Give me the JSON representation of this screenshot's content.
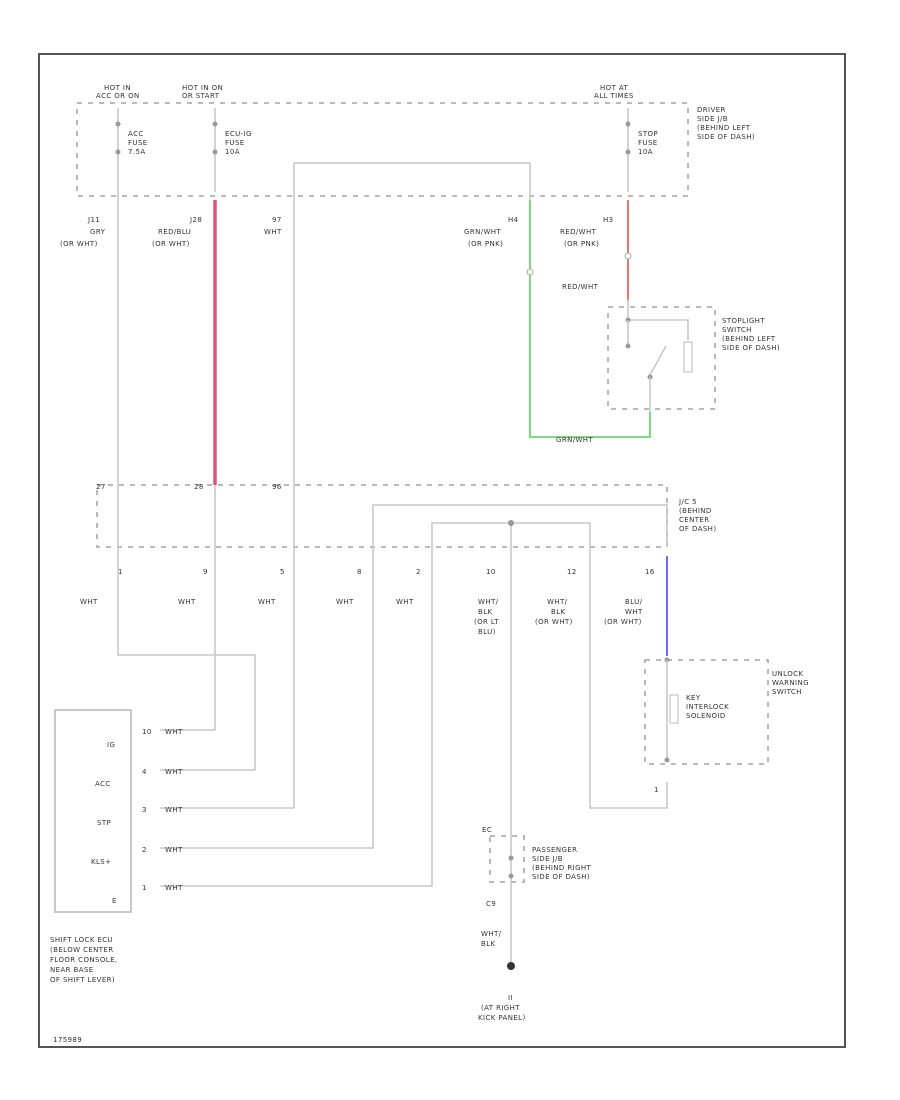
{
  "colors": {
    "red": "#e8507a",
    "green": "#6fd66f",
    "blue": "#6b6bff",
    "red2": "#f07070"
  },
  "top": {
    "hot_left": [
      "HOT IN",
      "ACC OR ON"
    ],
    "hot_mid": [
      "HOT IN ON",
      "OR START"
    ],
    "hot_right": [
      "HOT AT",
      "ALL TIMES"
    ],
    "jb_label": [
      "DRIVER",
      "SIDE J/B",
      "(BEHIND LEFT",
      "SIDE OF DASH)"
    ],
    "fuse_acc": [
      "ACC",
      "FUSE",
      "7.5A"
    ],
    "fuse_ecu": [
      "ECU-IG",
      "FUSE",
      "10A"
    ],
    "fuse_stop": [
      "STOP",
      "FUSE",
      "10A"
    ]
  },
  "conn_top": {
    "j11": "J11",
    "j11_wire": "GRY",
    "j11_alt": "(OR WHT)",
    "j28": "J28",
    "j28_wire": "RED/BLU",
    "j28_alt": "(OR WHT)",
    "pin_97": "97",
    "pin_97_wire": "WHT",
    "h4": "H4",
    "h4_wire": "GRN/WHT",
    "h4_alt": "(OR PNK)",
    "h3": "H3",
    "h3_wire": "RED/WHT",
    "h3_alt": "(OR PNK)",
    "red_wht": "RED/WHT"
  },
  "stoplight": [
    "STOPLIGHT",
    "SWITCH",
    "(BEHIND LEFT",
    "SIDE OF DASH)"
  ],
  "grn_wht": "GRN/WHT",
  "jc": {
    "p1": "27",
    "p2": "28",
    "p3": "96",
    "label": [
      "J/C 5",
      "(BEHIND",
      "CENTER",
      "OF DASH)"
    ]
  },
  "pins": [
    "1",
    "9",
    "5",
    "8",
    "2",
    "10",
    "12",
    "16"
  ],
  "pin_wires": [
    "WHT",
    "WHT",
    "WHT",
    "WHT",
    "WHT"
  ],
  "w10": [
    "WHT/",
    "BLK",
    "(OR LT",
    "BLU)"
  ],
  "w12": [
    "WHT/",
    "BLK",
    "(OR WHT)"
  ],
  "w16": [
    "BLU/",
    "WHT",
    "(OR WHT)"
  ],
  "unlock": [
    "UNLOCK",
    "WARNING",
    "SWITCH"
  ],
  "key_sol": [
    "KEY",
    "INTERLOCK",
    "SOLENOID"
  ],
  "key_pin": "1",
  "ecu": {
    "labels": [
      "IG",
      "ACC",
      "STP",
      "KLS+",
      "E"
    ],
    "pins": [
      "10",
      "4",
      "3",
      "2",
      "1"
    ],
    "wires": [
      "WHT",
      "WHT",
      "WHT",
      "WHT",
      "WHT"
    ],
    "caption": [
      "SHIFT LOCK ECU",
      "(BELOW CENTER",
      "FLOOR CONSOLE,",
      "NEAR BASE",
      "OF SHIFT LEVER)"
    ]
  },
  "pass": {
    "conn": "EC",
    "label": [
      "PASSENGER",
      "SIDE J/B",
      "(BEHIND RIGHT",
      "SIDE OF DASH)"
    ],
    "pin": "C9"
  },
  "ground": {
    "wire": [
      "WHT/",
      "BLK"
    ],
    "id": "II",
    "label": [
      "(AT RIGHT",
      "KICK PANEL)"
    ]
  },
  "footer_id": "175989"
}
